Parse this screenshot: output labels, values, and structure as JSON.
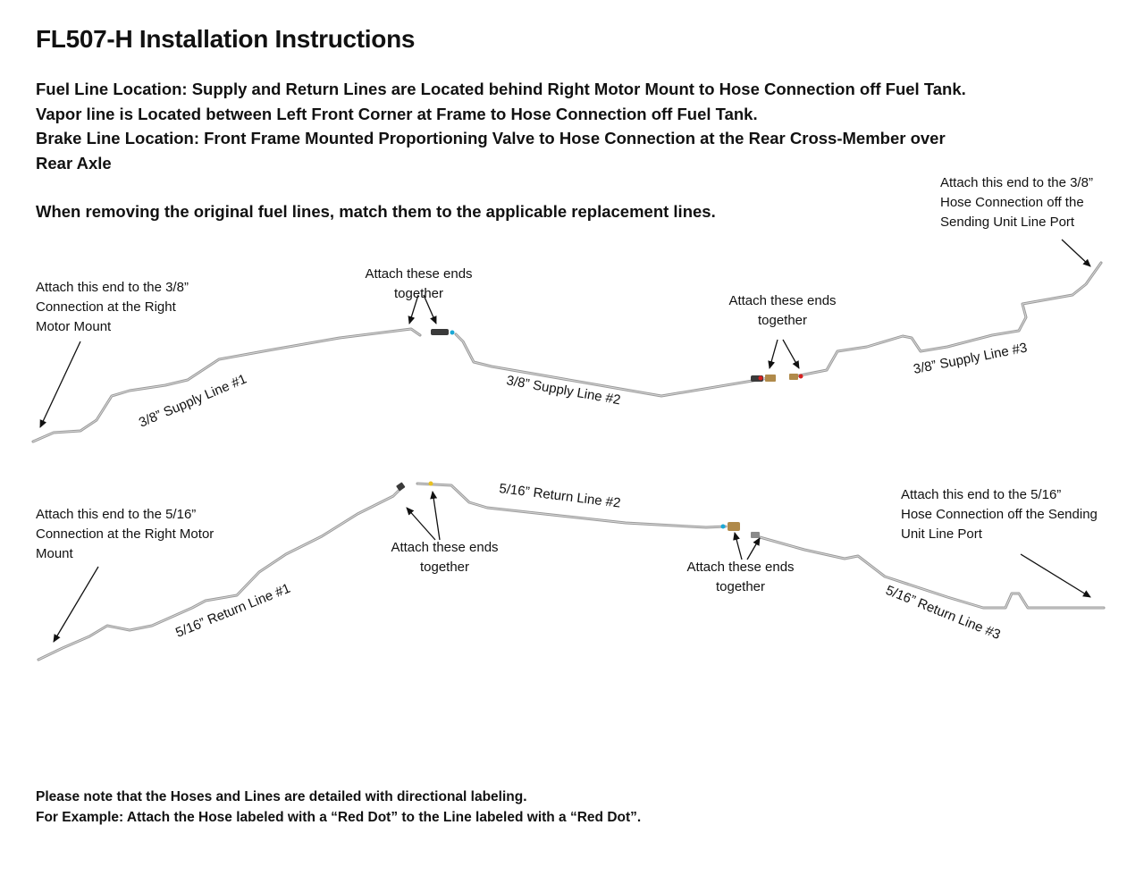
{
  "title": "FL507-H Installation Instructions",
  "location_lines": [
    "Fuel Line Location:  Supply and Return Lines are Located behind Right Motor Mount to Hose Connection off Fuel Tank.",
    "Vapor line is Located between Left Front Corner at Frame to Hose Connection off Fuel Tank.",
    "Brake Line Location: Front Frame Mounted Proportioning Valve to Hose Connection at the Rear Cross-Member over",
    "Rear Axle"
  ],
  "match_instruction": "When removing the original fuel lines, match them to the applicable replacement lines.",
  "notes": {
    "supply_start": [
      "Attach this end to the 3/8”",
      "Connection at the Right",
      "Motor Mount"
    ],
    "supply_join_1": [
      "Attach these ends",
      "together"
    ],
    "supply_join_2": [
      "Attach these ends",
      "together"
    ],
    "supply_end": [
      "Attach this end to the 3/8”",
      "Hose Connection off the",
      "Sending Unit Line Port"
    ],
    "return_start": [
      "Attach this end to the 5/16”",
      "Connection at the Right Motor",
      "Mount"
    ],
    "return_join_1": [
      "Attach these ends",
      "together"
    ],
    "return_join_2": [
      "Attach these ends",
      "together"
    ],
    "return_end": [
      "Attach this end to the 5/16”",
      "Hose Connection off the Sending",
      "Unit Line Port"
    ]
  },
  "line_labels": {
    "supply_1": "3/8” Supply Line #1",
    "supply_2": "3/8” Supply Line #2",
    "supply_3": "3/8” Supply Line #3",
    "return_1": "5/16” Return Line #1",
    "return_2": "5/16” Return Line #2",
    "return_3": "5/16” Return Line #3"
  },
  "footer": [
    "Please note that the Hoses and Lines are detailed with directional labeling.",
    "For Example: Attach the Hose labeled with a “Red Dot” to the Line labeled with a “Red Dot”."
  ],
  "colors": {
    "tube": "#9a9a9a",
    "tube_highlight": "#d8d8d8",
    "red_dot": "#d62020",
    "cyan_dot": "#1aa8d6",
    "yellow_dot": "#e8c020",
    "fitting": "#3a3a3a",
    "brass": "#b08a4a"
  }
}
